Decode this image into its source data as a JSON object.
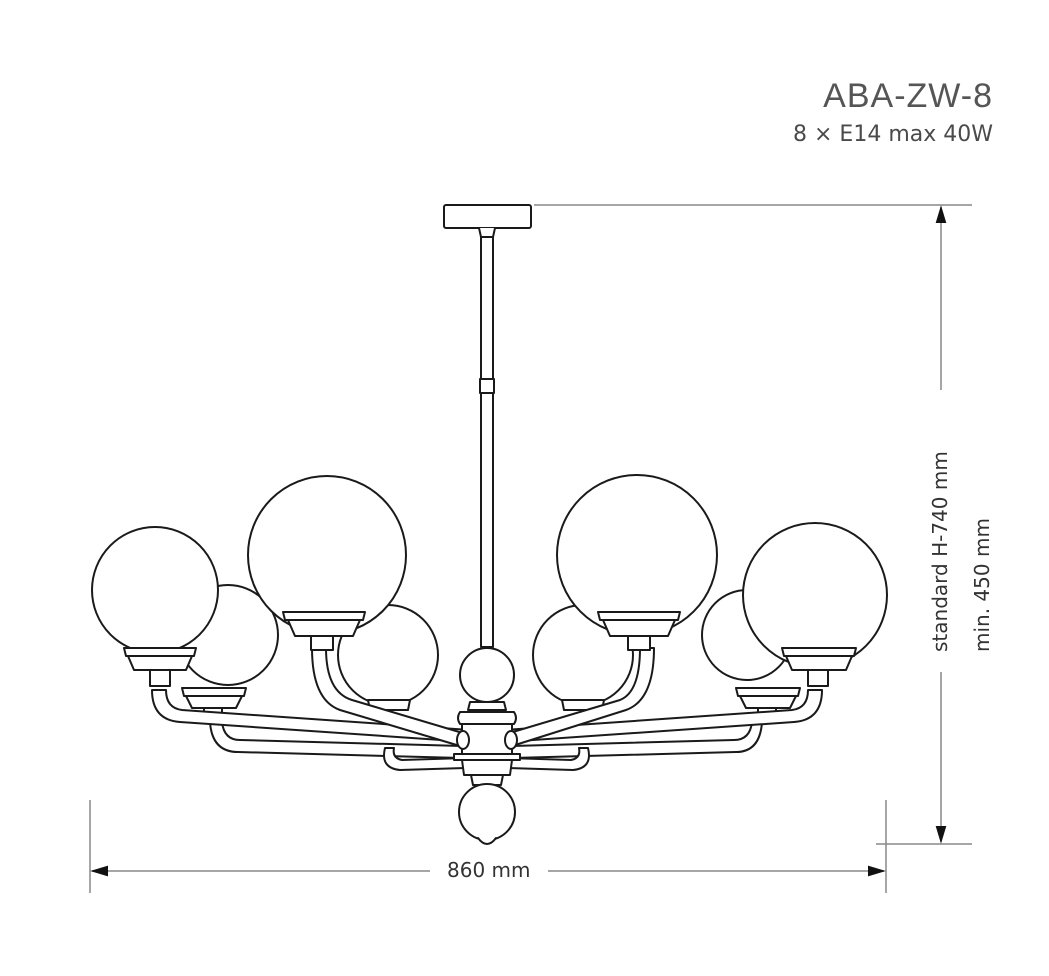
{
  "title_block": {
    "model": "ABA-ZW-8",
    "spec": "8 × E14 max 40W"
  },
  "dimensions": {
    "width": "860 mm",
    "height_standard": "standard H-740 mm",
    "height_min": "min. 450 mm"
  },
  "drawing": {
    "subject": "chandelier",
    "globes": 8,
    "line_color": "#1a1a1a",
    "dimension_line_color": "#888888"
  }
}
